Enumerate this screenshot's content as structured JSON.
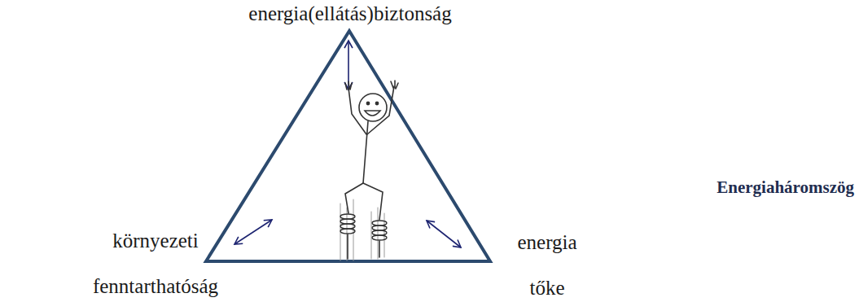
{
  "diagram": {
    "title": "Energiaháromszög",
    "labels": [
      "energia(ellátás)biztonság",
      "környezeti fenntarthatóság",
      "energia tőke"
    ]
  }
}
